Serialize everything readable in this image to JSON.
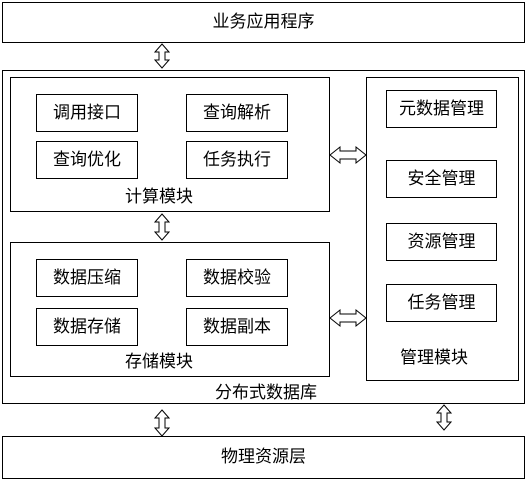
{
  "top_layer": "业务应用程序",
  "bottom_layer": "物理资源层",
  "distributed_db": {
    "label": "分布式数据库"
  },
  "compute_module": {
    "label": "计算模块",
    "items": [
      "调用接口",
      "查询解析",
      "查询优化",
      "任务执行"
    ]
  },
  "storage_module": {
    "label": "存储模块",
    "items": [
      "数据压缩",
      "数据校验",
      "数据存储",
      "数据副本"
    ]
  },
  "management_module": {
    "label": "管理模块",
    "items": [
      "元数据管理",
      "安全管理",
      "资源管理",
      "任务管理"
    ]
  }
}
